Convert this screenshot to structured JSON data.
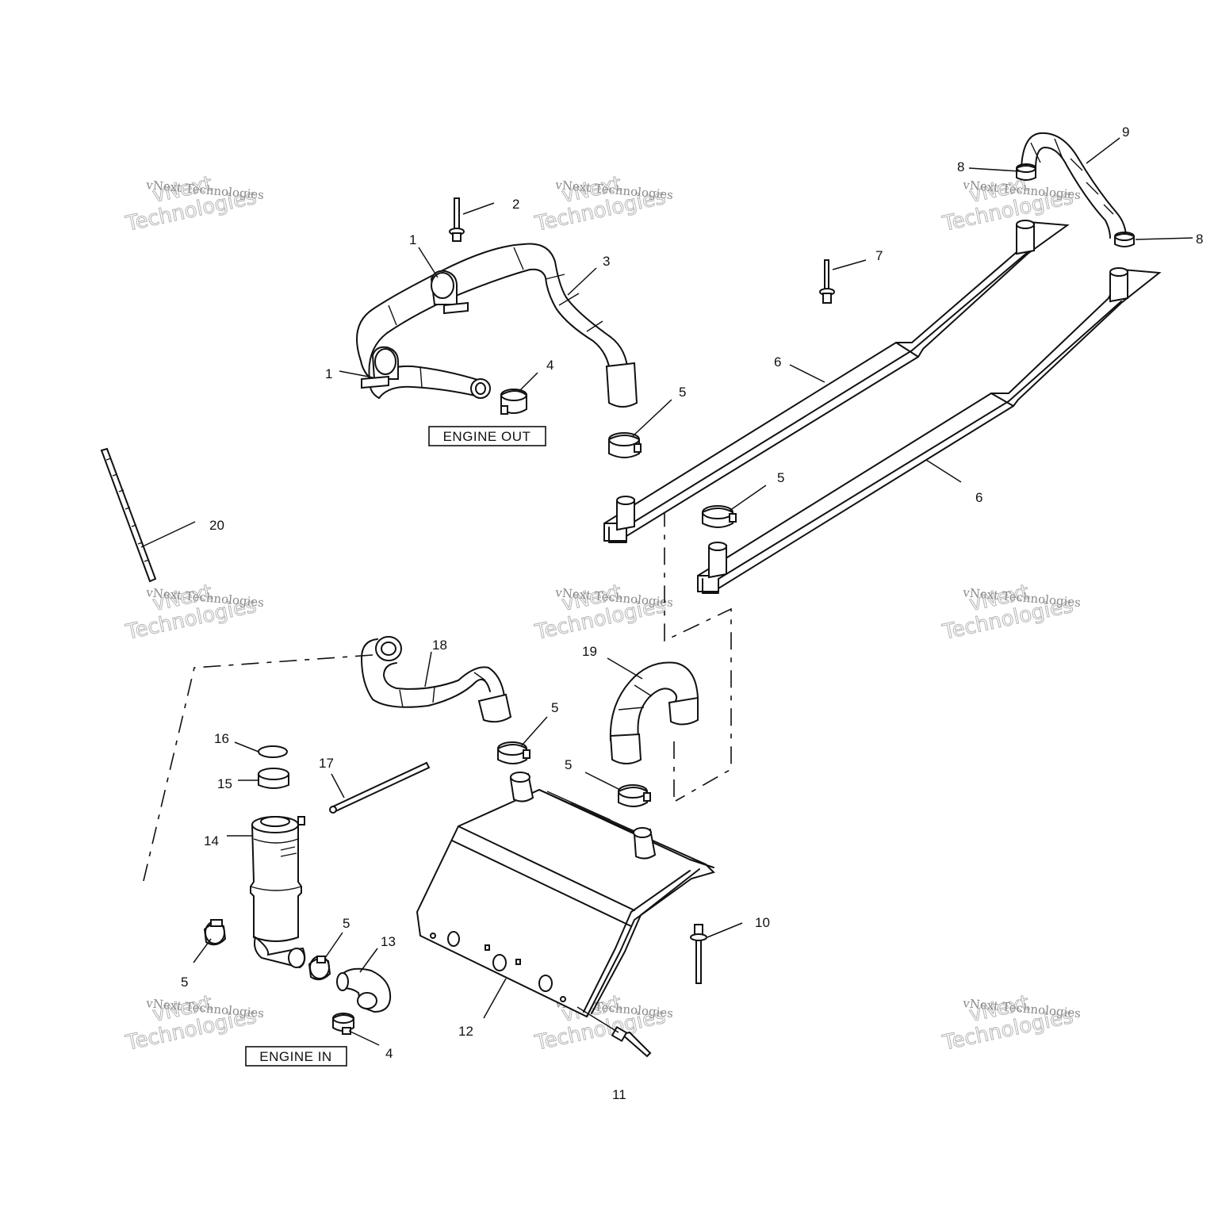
{
  "labels": {
    "engine_out": "ENGINE OUT",
    "engine_in": "ENGINE IN"
  },
  "callouts": [
    "1",
    "1",
    "2",
    "3",
    "4",
    "4",
    "5",
    "5",
    "5",
    "5",
    "5",
    "5",
    "6",
    "6",
    "7",
    "8",
    "8",
    "9",
    "10",
    "11",
    "12",
    "13",
    "14",
    "15",
    "16",
    "17",
    "18",
    "19",
    "20"
  ],
  "watermark": {
    "line1": "vNext Technologies",
    "line2": "vNext",
    "line3": "Technologies"
  }
}
